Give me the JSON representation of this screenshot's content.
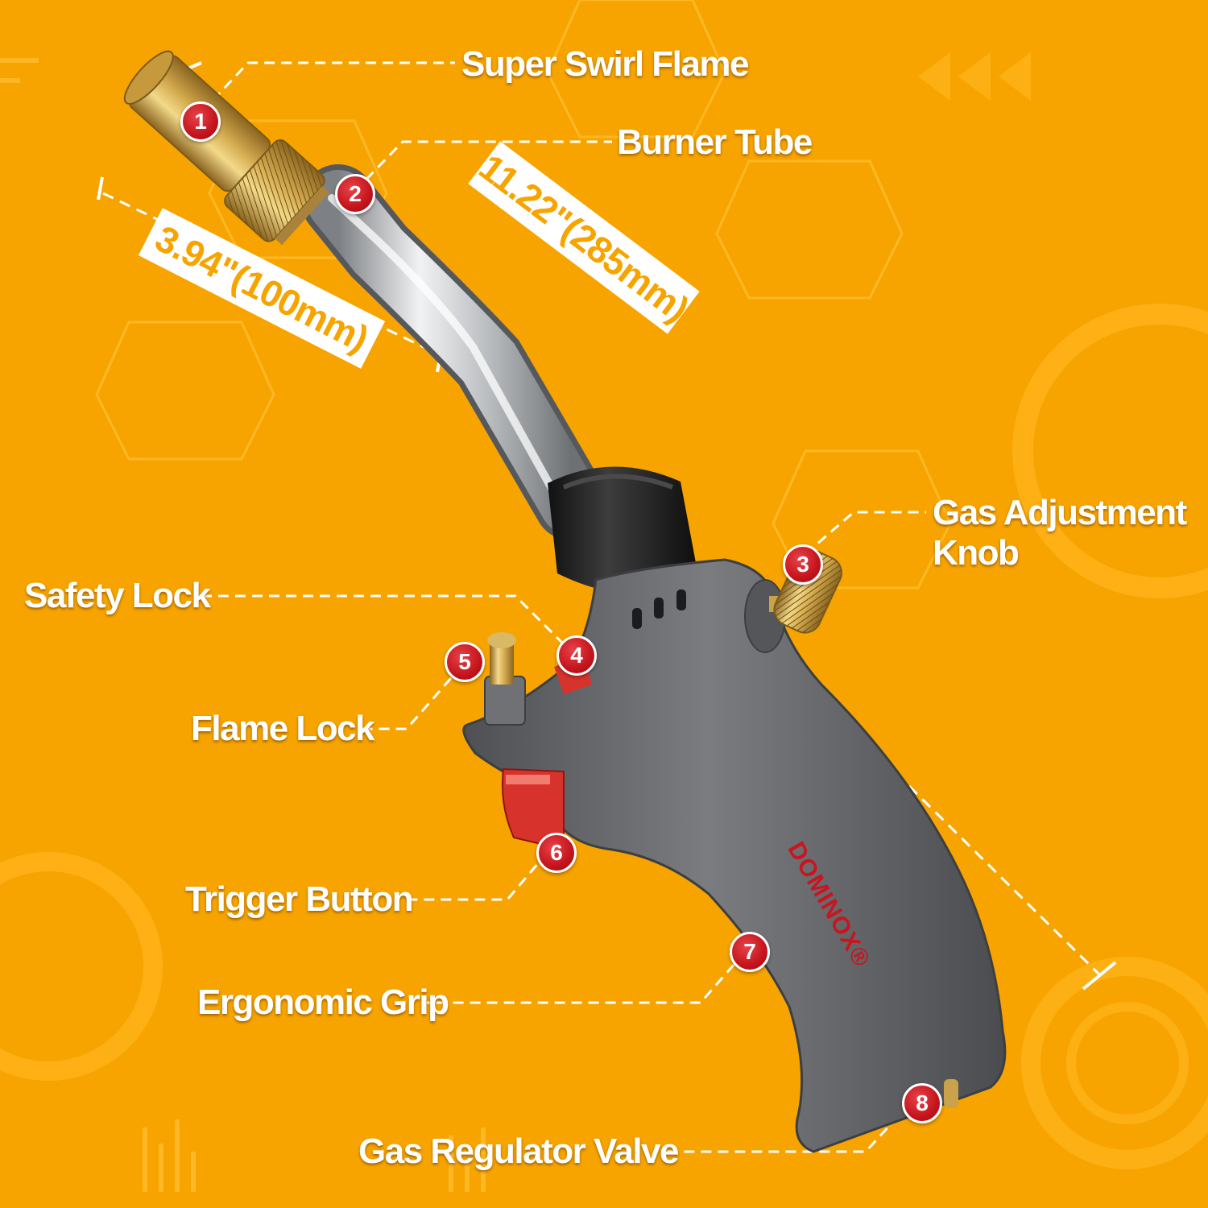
{
  "image": {
    "background_color": "#f7a400",
    "product": "butane/propane torch head with bent burner tube and pistol grip",
    "brand_mark": "DOMINOX®",
    "accent_colors": {
      "marker": "#c4141c",
      "brass": "#c9a24a",
      "body": "#6b6d70",
      "trigger": "#d8322c"
    }
  },
  "callouts": [
    {
      "number": "1",
      "label": "Super Swirl Flame"
    },
    {
      "number": "2",
      "label": "Burner Tube"
    },
    {
      "number": "3",
      "label_lines": [
        "Gas Adjustment",
        "Knob"
      ]
    },
    {
      "number": "4",
      "label": "Safety Lock"
    },
    {
      "number": "5",
      "label": "Flame Lock"
    },
    {
      "number": "6",
      "label": "Trigger Button"
    },
    {
      "number": "7",
      "label": "Ergonomic Grip"
    },
    {
      "number": "8",
      "label": "Gas Regulator Valve"
    }
  ],
  "dimensions": {
    "overall": "11.22\"(285mm)",
    "tube": "3.94\"(100mm)"
  }
}
